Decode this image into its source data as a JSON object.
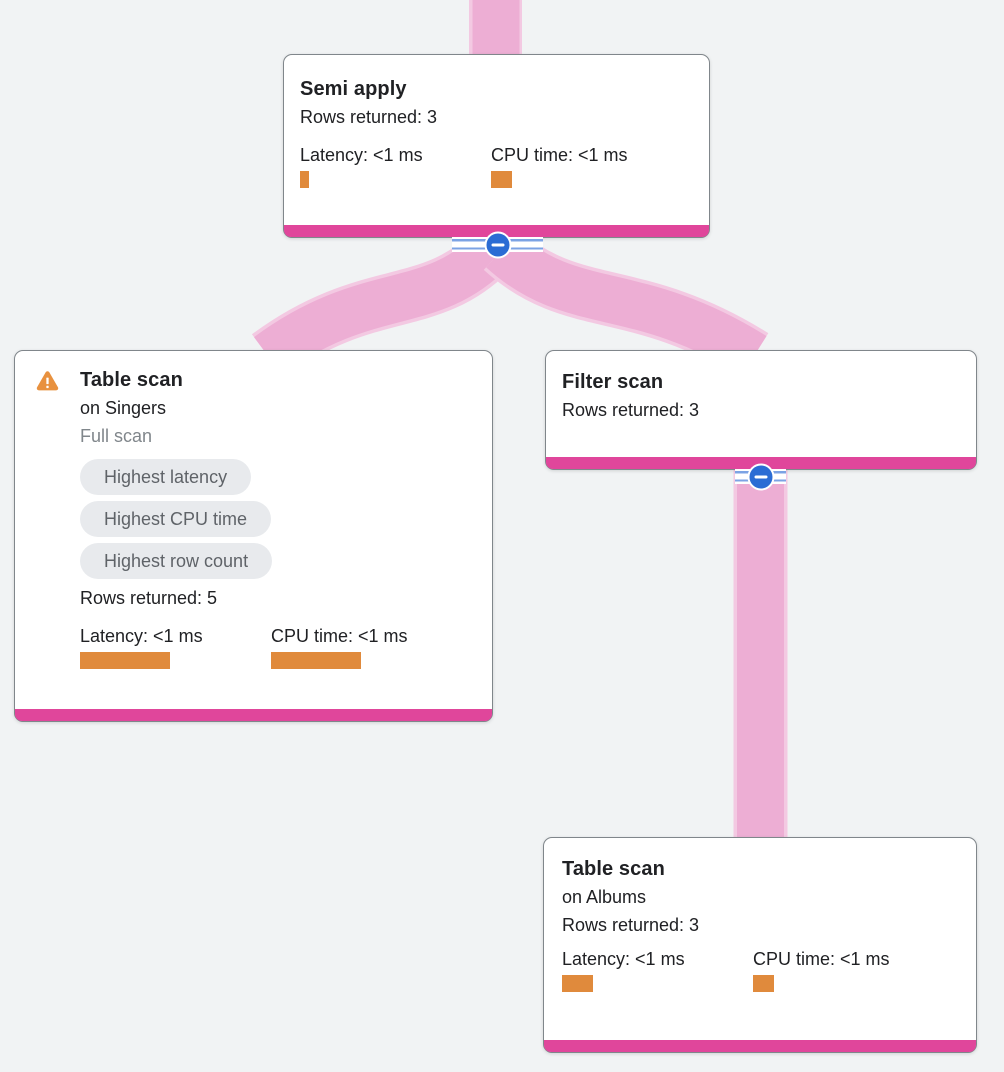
{
  "colors": {
    "background": "#f1f3f4",
    "edge_pink": "#edaed4",
    "edge_pink_light": "#f3c9e2",
    "accent_magenta": "#e0469b",
    "metric_orange": "#e08a3c",
    "warning_orange": "#e8913f",
    "collapse_blue": "#2b6cd4",
    "stripe_blue": "#7ca3e4",
    "chip_bg": "#e8eaed",
    "chip_text": "#5f6368",
    "card_border": "#80868b",
    "text_primary": "#202124",
    "text_muted": "#80868b"
  },
  "icons": {
    "warning": "warning-triangle-icon",
    "collapse": "minus-in-circle-icon"
  },
  "nodes": {
    "semi_apply": {
      "title": "Semi apply",
      "rows": "Rows returned: 3",
      "latency": "Latency: <1 ms",
      "cpu": "CPU time: <1 ms"
    },
    "table_scan_singers": {
      "title": "Table scan",
      "subtitle": "on Singers",
      "scan_type": "Full scan",
      "chips": [
        "Highest latency",
        "Highest CPU time",
        "Highest row count"
      ],
      "rows": "Rows returned: 5",
      "latency": "Latency: <1 ms",
      "cpu": "CPU time: <1 ms"
    },
    "filter_scan": {
      "title": "Filter scan",
      "rows": "Rows returned: 3"
    },
    "table_scan_albums": {
      "title": "Table scan",
      "subtitle": "on Albums",
      "rows": "Rows returned: 3",
      "latency": "Latency: <1 ms",
      "cpu": "CPU time: <1 ms"
    }
  }
}
